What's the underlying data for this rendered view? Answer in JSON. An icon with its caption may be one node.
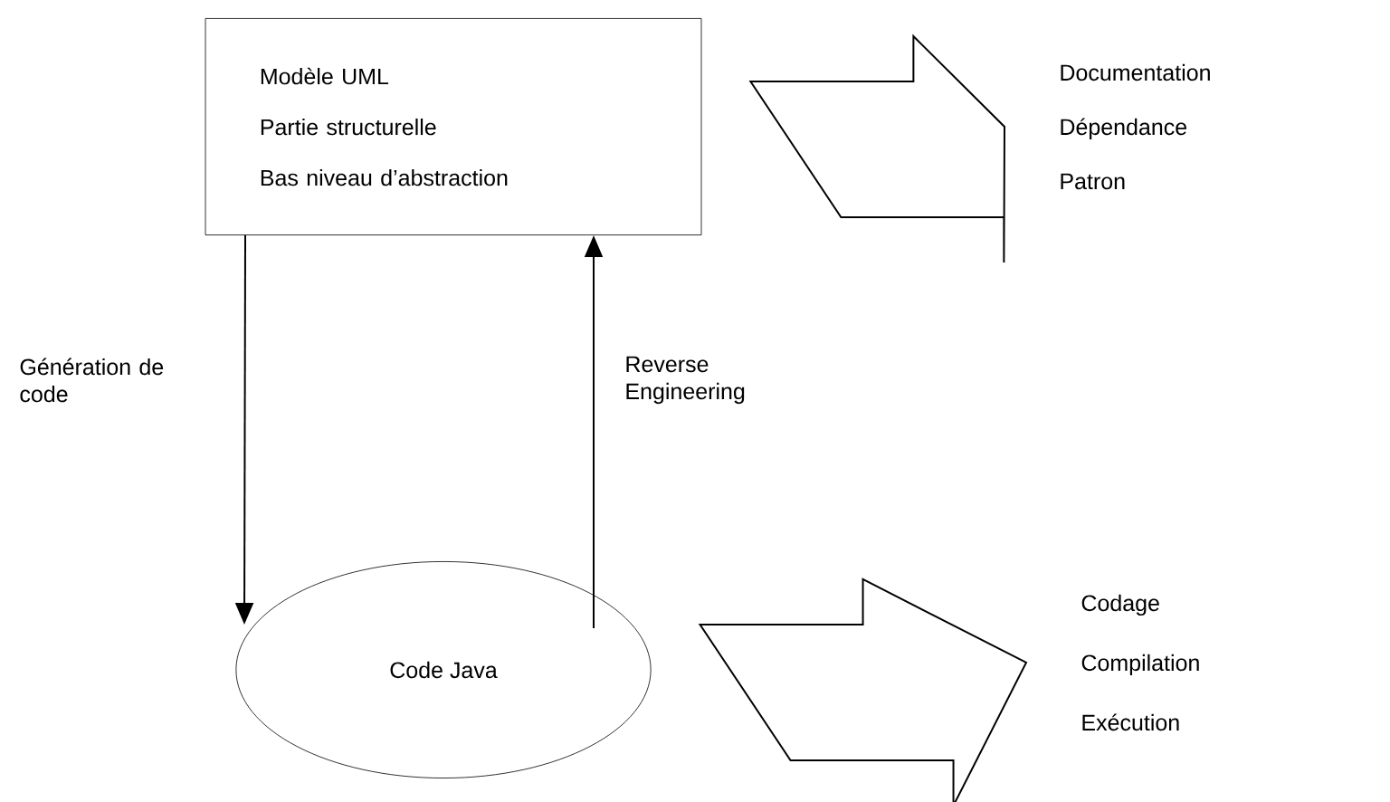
{
  "diagram": {
    "nodes": [
      {
        "text": [
          "Modèle UML",
          "Partie structurelle",
          "Bas niveau d’abstraction"
        ]
      },
      {
        "text": [
          "Code Java"
        ]
      },
      {
        "text": [
          "Documentation",
          "Dépendance",
          "Patron"
        ]
      },
      {
        "text": [
          "Codage",
          "Compilation",
          "Exécution"
        ]
      }
    ],
    "edges": [
      {
        "from": 0,
        "to": 1,
        "arrow": "to",
        "label": "Génération de code"
      },
      {
        "from": 1,
        "to": 0,
        "arrow": "to",
        "label": "Reverse Engineering"
      },
      {
        "from": 0,
        "to": 2,
        "arrow": "to",
        "style": "thick"
      },
      {
        "from": 1,
        "to": 3,
        "arrow": "to",
        "style": "thick"
      }
    ]
  }
}
